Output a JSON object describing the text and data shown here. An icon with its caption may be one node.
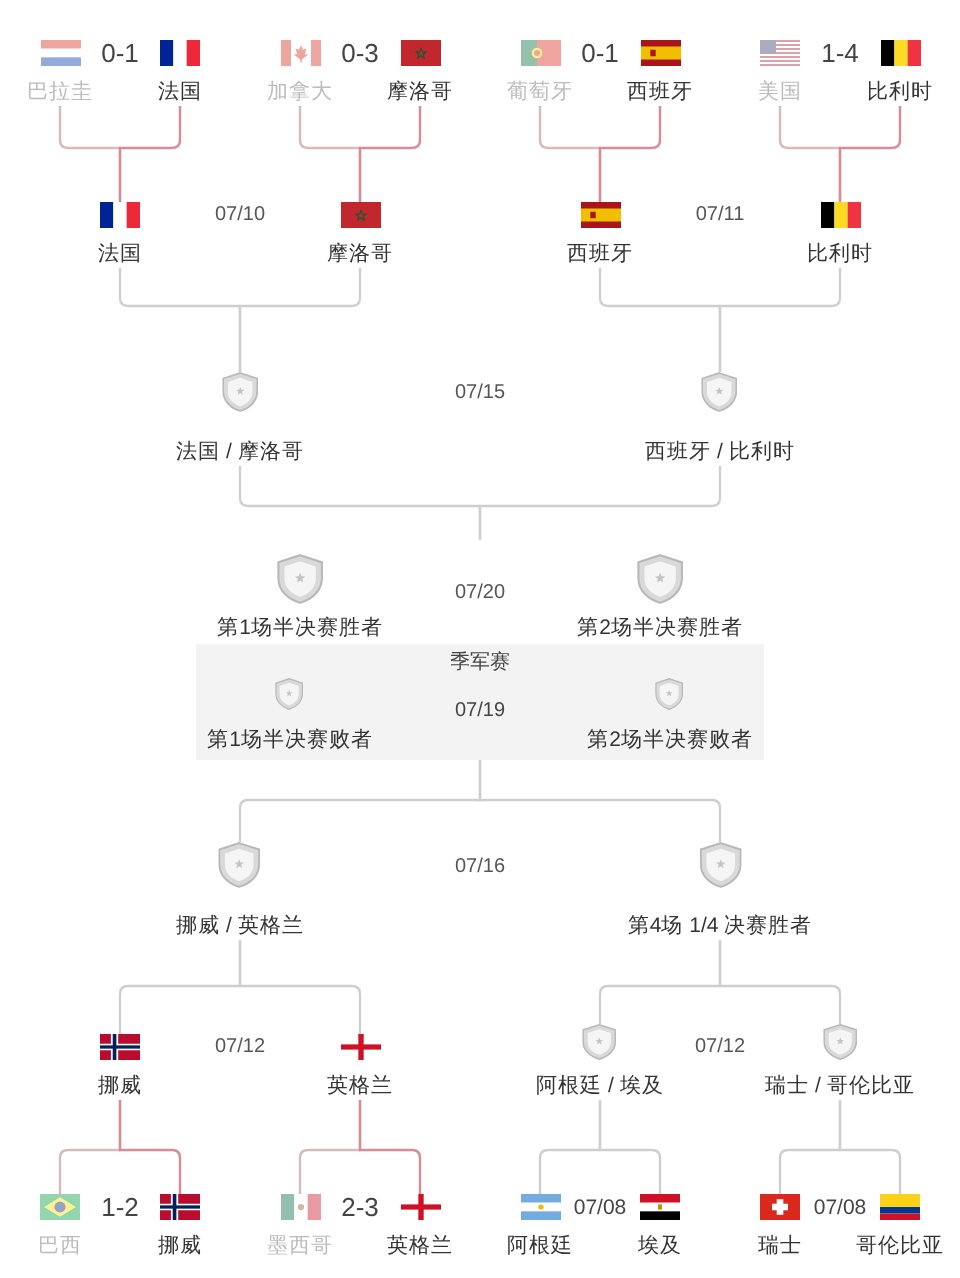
{
  "diagram": {
    "nodes": [
      {
        "text": [
          "巴拉圭"
        ]
      },
      {
        "text": [
          "法国"
        ]
      },
      {
        "text": [
          "加拿大"
        ]
      },
      {
        "text": [
          "摩洛哥"
        ]
      },
      {
        "text": [
          "葡萄牙"
        ]
      },
      {
        "text": [
          "西班牙"
        ]
      },
      {
        "text": [
          "美国"
        ]
      },
      {
        "text": [
          "比利时"
        ]
      },
      {
        "text": [
          "法国"
        ]
      },
      {
        "text": [
          "摩洛哥"
        ]
      },
      {
        "text": [
          "西班牙"
        ]
      },
      {
        "text": [
          "比利时"
        ]
      },
      {
        "text": [
          "法国 / 摩洛哥"
        ]
      },
      {
        "text": [
          "西班牙 / 比利时"
        ]
      },
      {
        "text": [
          "第1场半决赛胜者"
        ]
      },
      {
        "text": [
          "第2场半决赛胜者"
        ]
      },
      {
        "text": [
          "季军赛",
          "07/19"
        ]
      },
      {
        "text": [
          "第1场半决赛败者"
        ],
        "in": 16
      },
      {
        "text": [
          "第2场半决赛败者"
        ],
        "in": 16
      },
      {
        "text": [
          "挪威 / 英格兰"
        ]
      },
      {
        "text": [
          "第4场 1/4 决赛胜者"
        ]
      },
      {
        "text": [
          "挪威"
        ]
      },
      {
        "text": [
          "英格兰"
        ]
      },
      {
        "text": [
          "阿根廷 / 埃及"
        ]
      },
      {
        "text": [
          "瑞士 / 哥伦比亚"
        ]
      },
      {
        "text": [
          "巴西"
        ]
      },
      {
        "text": [
          "挪威"
        ]
      },
      {
        "text": [
          "墨西哥"
        ]
      },
      {
        "text": [
          "英格兰"
        ]
      },
      {
        "text": [
          "阿根廷"
        ]
      },
      {
        "text": [
          "埃及"
        ]
      },
      {
        "text": [
          "瑞士"
        ]
      },
      {
        "text": [
          "哥伦比亚"
        ]
      }
    ],
    "edges": [
      {
        "from": 0,
        "to": 8,
        "arrow": "none",
        "color": "#d7b9be"
      },
      {
        "from": 1,
        "to": 8,
        "arrow": "none",
        "color": "#d98a96"
      },
      {
        "from": 2,
        "to": 9,
        "arrow": "none",
        "color": "#d7b9be"
      },
      {
        "from": 3,
        "to": 9,
        "arrow": "none",
        "color": "#d98a96"
      },
      {
        "from": 4,
        "to": 10,
        "arrow": "none",
        "color": "#d7b9be"
      },
      {
        "from": 5,
        "to": 10,
        "arrow": "none",
        "color": "#d98a96"
      },
      {
        "from": 6,
        "to": 11,
        "arrow": "none",
        "color": "#d7b9be"
      },
      {
        "from": 7,
        "to": 11,
        "arrow": "none",
        "color": "#d98a96"
      },
      {
        "from": 8,
        "to": 12,
        "arrow": "none"
      },
      {
        "from": 9,
        "to": 12,
        "arrow": "none"
      },
      {
        "from": 10,
        "to": 13,
        "arrow": "none"
      },
      {
        "from": 11,
        "to": 13,
        "arrow": "none"
      },
      {
        "from": 12,
        "to": null,
        "arrow": "none"
      },
      {
        "from": 13,
        "to": null,
        "arrow": "none"
      },
      {
        "from": 19,
        "to": 16,
        "arrow": "none"
      },
      {
        "from": 20,
        "to": 16,
        "arrow": "none"
      },
      {
        "from": 21,
        "to": 19,
        "arrow": "none"
      },
      {
        "from": 22,
        "to": 19,
        "arrow": "none"
      },
      {
        "from": 23,
        "to": 20,
        "arrow": "none"
      },
      {
        "from": 24,
        "to": 20,
        "arrow": "none"
      },
      {
        "from": 25,
        "to": 21,
        "arrow": "none",
        "color": "#d7b9be"
      },
      {
        "from": 26,
        "to": 21,
        "arrow": "none",
        "color": "#d98a96"
      },
      {
        "from": 27,
        "to": 22,
        "arrow": "none",
        "color": "#d7b9be"
      },
      {
        "from": 28,
        "to": 22,
        "arrow": "none",
        "color": "#d98a96"
      },
      {
        "from": 29,
        "to": 23,
        "arrow": "none"
      },
      {
        "from": 30,
        "to": 23,
        "arrow": "none"
      },
      {
        "from": 31,
        "to": 24,
        "arrow": "none"
      },
      {
        "from": 32,
        "to": 24,
        "arrow": "none"
      }
    ],
    "labels": [
      "0-1",
      "0-3",
      "0-1",
      "1-4",
      "07/10",
      "07/11",
      "07/15",
      "07/20",
      "07/16",
      "07/12",
      "07/12",
      "1-2",
      "2-3",
      "07/08",
      "07/08"
    ]
  }
}
